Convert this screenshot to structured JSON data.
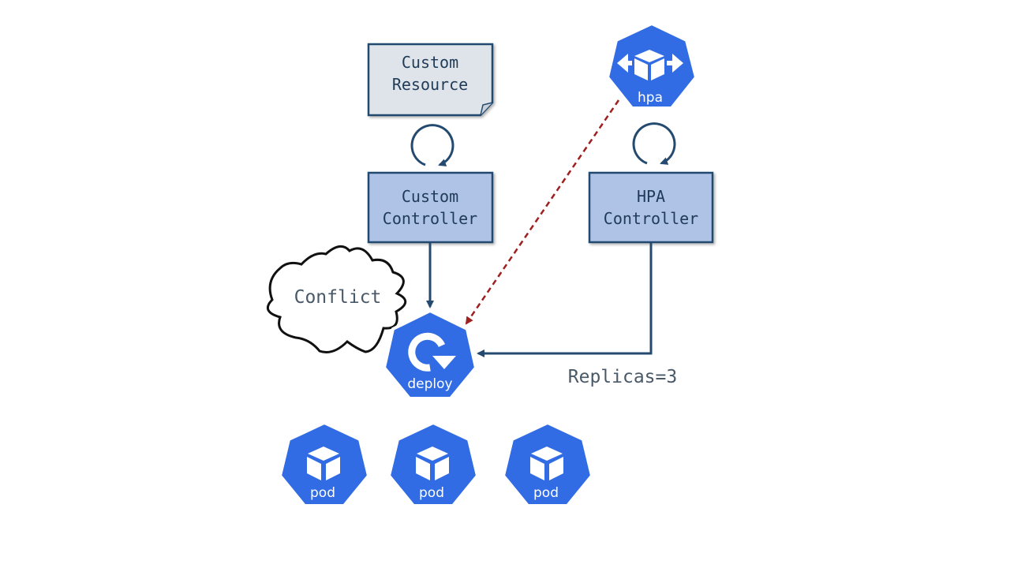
{
  "diagram": {
    "custom_resource": {
      "line1": "Custom",
      "line2": "Resource"
    },
    "custom_controller": {
      "line1": "Custom",
      "line2": "Controller"
    },
    "hpa_controller": {
      "line1": "HPA",
      "line2": "Controller"
    },
    "hpa_icon": {
      "label": "hpa",
      "icon": "resize-cube-icon"
    },
    "deploy_icon": {
      "label": "deploy",
      "icon": "rotate-icon"
    },
    "conflict_label": "Conflict",
    "replicas_label": "Replicas=3",
    "pods": [
      {
        "label": "pod",
        "icon": "cube-icon"
      },
      {
        "label": "pod",
        "icon": "cube-icon"
      },
      {
        "label": "pod",
        "icon": "cube-icon"
      }
    ]
  },
  "colors": {
    "k8s_blue": "#326ce5",
    "box_fill": "#aec3e6",
    "box_border": "#244a70",
    "doc_fill": "#dfe4ea",
    "arrow": "#244a70",
    "dashed_arrow": "#a01f1f"
  }
}
